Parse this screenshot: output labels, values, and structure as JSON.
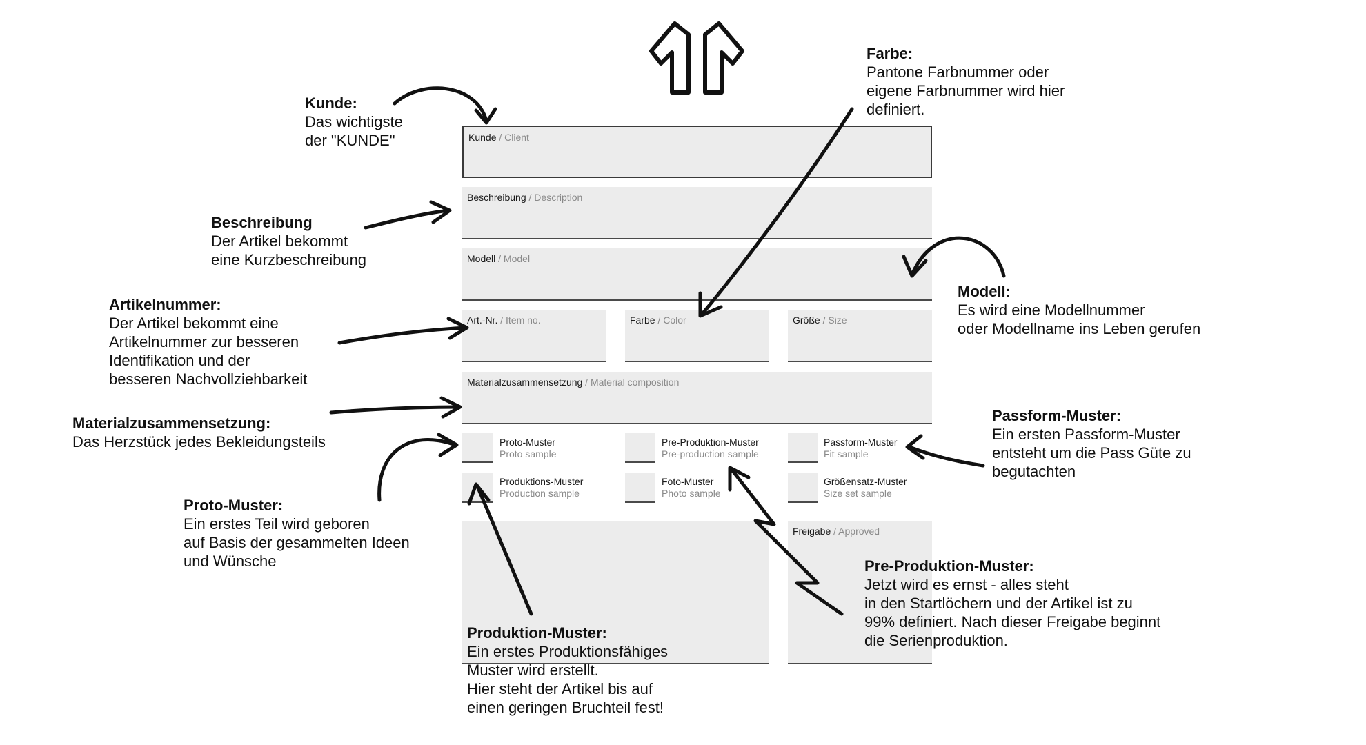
{
  "form": {
    "kunde": {
      "de": "Kunde",
      "en": " / Client"
    },
    "beschreibung": {
      "de": "Beschreibung",
      "en": " / Description"
    },
    "modell": {
      "de": "Modell",
      "en": " / Model"
    },
    "artnr": {
      "de": "Art.-Nr.",
      "en": " / Item no."
    },
    "farbe": {
      "de": "Farbe",
      "en": " / Color"
    },
    "groesse": {
      "de": "Größe",
      "en": " / Size"
    },
    "material": {
      "de": "Materialzusammensetzung",
      "en": " / Material composition"
    },
    "freigabe": {
      "de": "Freigabe",
      "en": " / Approved"
    },
    "checkboxes": [
      {
        "de": "Proto-Muster",
        "en": "Proto sample"
      },
      {
        "de": "Pre-Produktion-Muster",
        "en": "Pre-production sample"
      },
      {
        "de": "Passform-Muster",
        "en": "Fit sample"
      },
      {
        "de": "Produktions-Muster",
        "en": "Production sample"
      },
      {
        "de": "Foto-Muster",
        "en": "Photo sample"
      },
      {
        "de": "Größensatz-Muster",
        "en": "Size set sample"
      }
    ]
  },
  "notes": {
    "kunde": {
      "title": "Kunde:",
      "lines": [
        "Das wichtigste",
        "der \"KUNDE\""
      ]
    },
    "beschreibung": {
      "title": "Beschreibung",
      "lines": [
        "Der Artikel bekommt",
        "eine Kurzbeschreibung"
      ]
    },
    "artikelnummer": {
      "title": "Artikelnummer:",
      "lines": [
        "Der Artikel bekommt eine",
        "Artikelnummer zur besseren",
        "Identifikation und der",
        "besseren Nachvollziehbarkeit"
      ]
    },
    "material": {
      "title": "Materialzusammensetzung:",
      "lines": [
        "Das Herzstück jedes Bekleidungsteils"
      ]
    },
    "proto": {
      "title": "Proto-Muster:",
      "lines": [
        "Ein erstes Teil wird geboren",
        "auf Basis der gesammelten Ideen",
        "und Wünsche"
      ]
    },
    "produktion": {
      "title": "Produktion-Muster:",
      "lines": [
        "Ein erstes Produktionsfähiges",
        "Muster wird erstellt.",
        "Hier steht der Artikel bis auf",
        "einen geringen Bruchteil fest!"
      ]
    },
    "farbe": {
      "title": "Farbe:",
      "lines": [
        "Pantone Farbnummer oder",
        "eigene Farbnummer wird hier",
        "definiert."
      ]
    },
    "modell": {
      "title": "Modell:",
      "lines": [
        "Es wird eine Modellnummer",
        "oder Modellname ins Leben gerufen"
      ]
    },
    "passform": {
      "title": "Passform-Muster:",
      "lines": [
        "Ein ersten Passform-Muster",
        "entsteht um die Pass Güte zu",
        "begutachten"
      ]
    },
    "preproduktion": {
      "title": "Pre-Produktion-Muster:",
      "lines": [
        "Jetzt wird es ernst - alles steht",
        "in den Startlöchern und der Artikel ist zu",
        "99% definiert. Nach dieser Freigabe beginnt",
        "die Serienproduktion."
      ]
    }
  },
  "icons": {
    "logo": "tshirt-arrow-logo-icon"
  },
  "colors": {
    "field": "#ececec",
    "line": "#4a4a4a",
    "ink": "#111111",
    "muted": "#8a8a8a"
  }
}
